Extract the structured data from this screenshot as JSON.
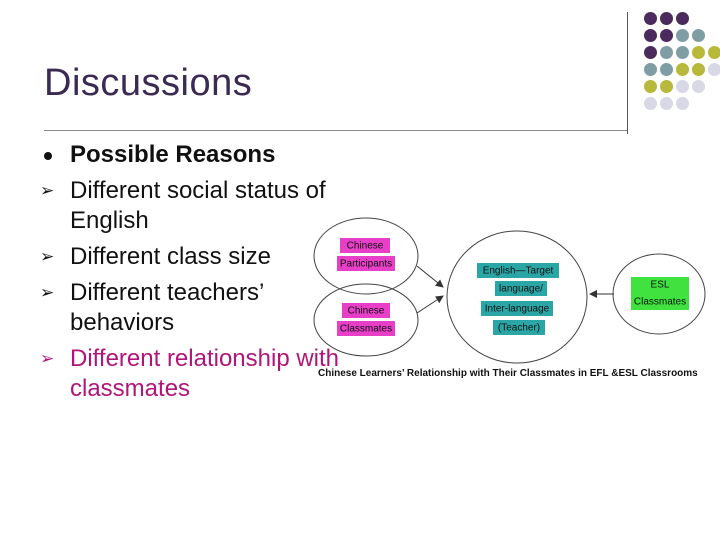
{
  "slide": {
    "title": "Discussions",
    "bullets": [
      {
        "text": "Possible Reasons",
        "marker": "disc",
        "style": "head"
      },
      {
        "text": "Different social status of English",
        "marker": "arrow",
        "style": "normal"
      },
      {
        "text": "Different class size",
        "marker": "arrow",
        "style": "normal"
      },
      {
        "text": "Different teachers’ behaviors",
        "marker": "arrow",
        "style": "normal"
      },
      {
        "text": "Different relationship with classmates",
        "marker": "arrow",
        "style": "accent"
      }
    ]
  },
  "decoration": {
    "dot_colors": [
      "#4b2a5e",
      "#7f9ea4",
      "#b8b83a",
      "#d8d8e6"
    ]
  },
  "diagram": {
    "caption": "Chinese Learners’ Relationship with Their Classmates in EFL &ESL Classrooms",
    "nodes": {
      "participants": {
        "lines": [
          "Chinese",
          "Participants"
        ],
        "color": "#e83fc8"
      },
      "classmates_cn": {
        "lines": [
          "Chinese",
          "Classmates"
        ],
        "color": "#e83fc8"
      },
      "center": {
        "lines": [
          "English—Target",
          "language/",
          "Inter-language",
          "(Teacher)"
        ],
        "color": "#2ba6a6"
      },
      "esl": {
        "lines": [
          "ESL",
          "Classmates"
        ],
        "color": "#3fe23f"
      }
    }
  }
}
